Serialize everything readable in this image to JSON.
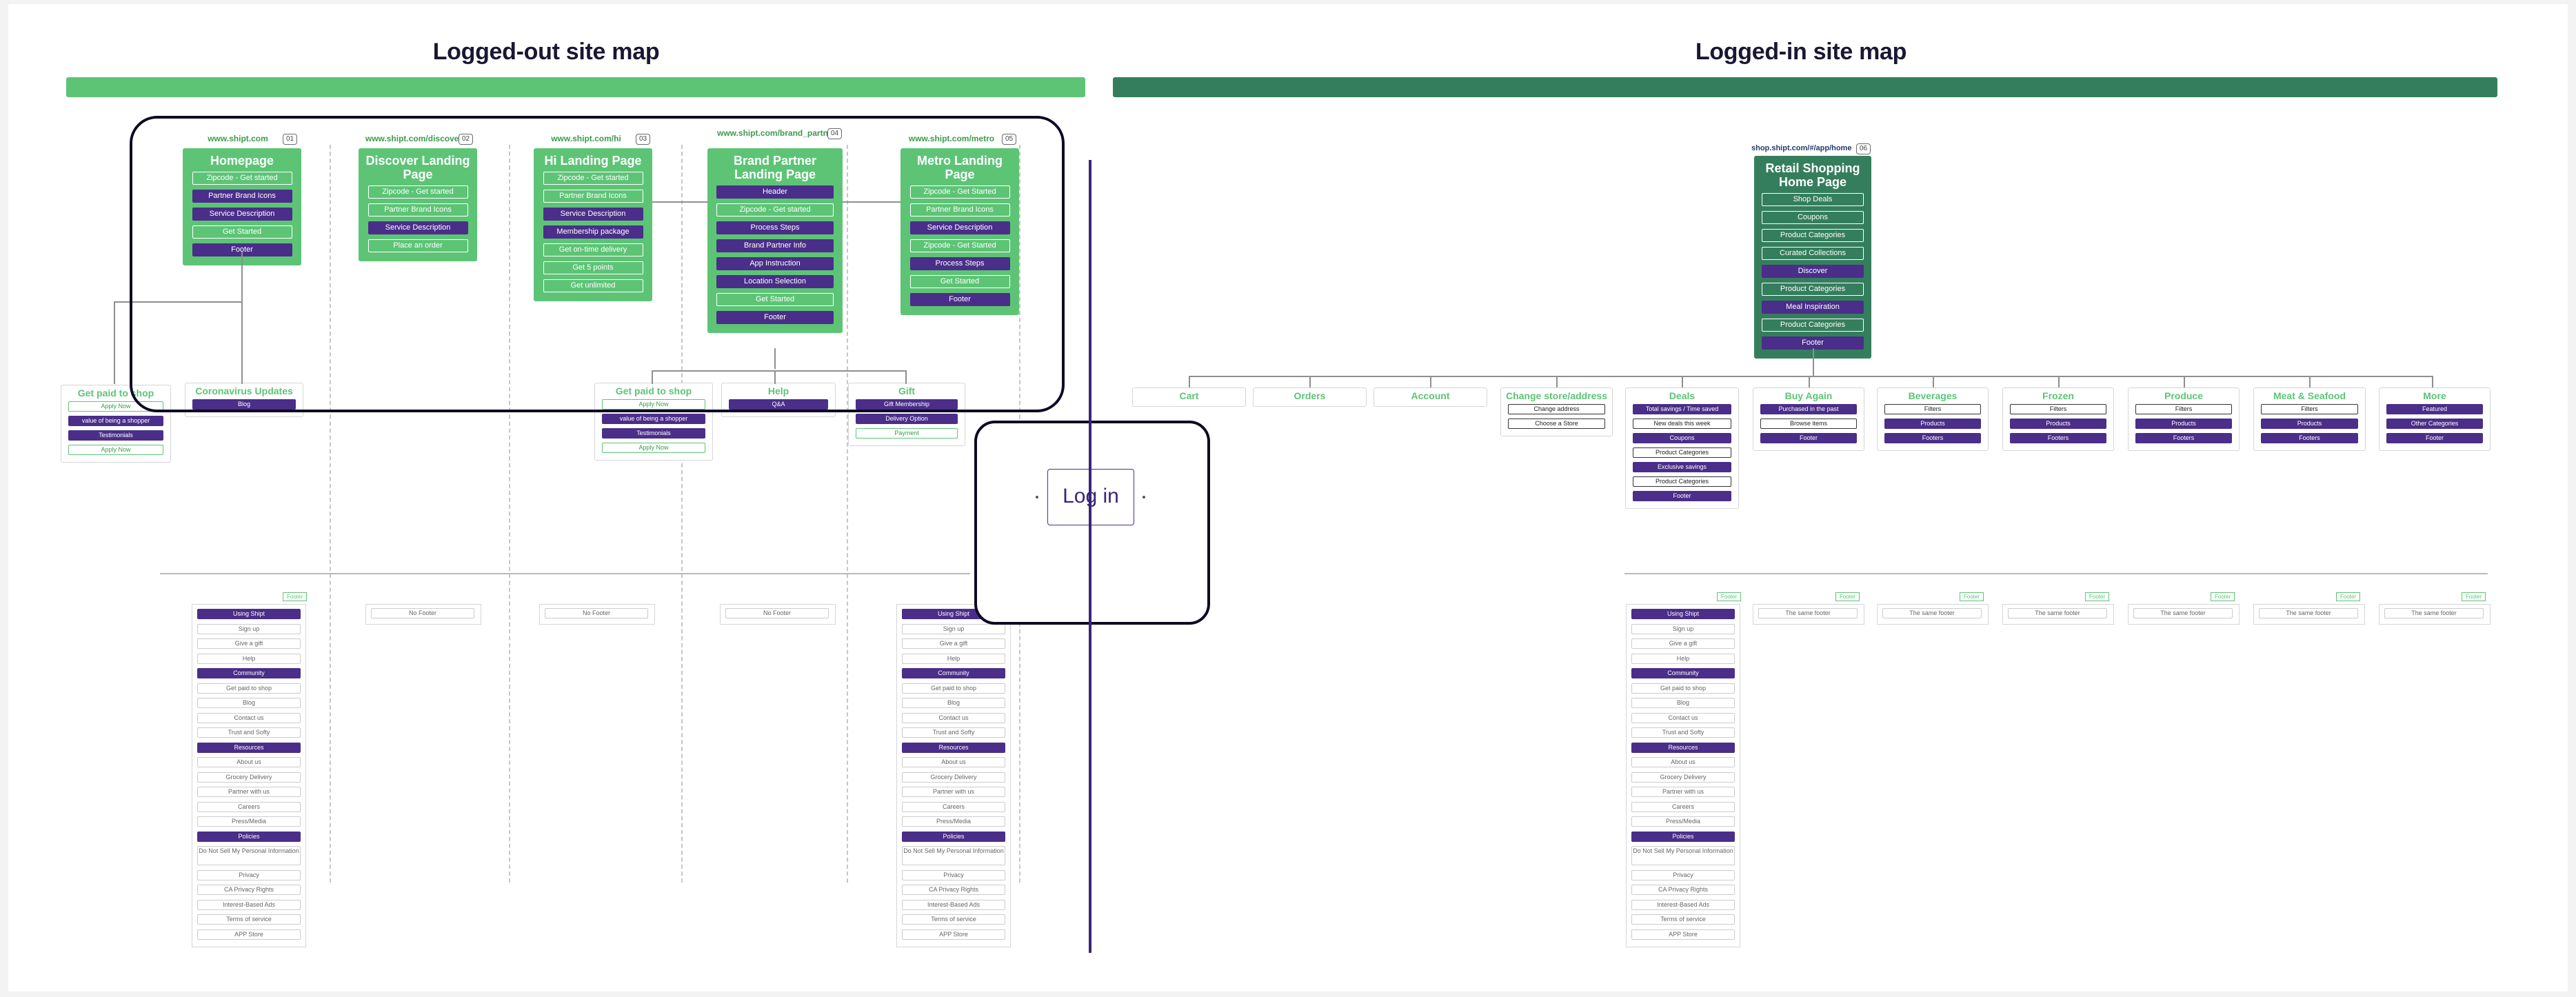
{
  "titles": {
    "logged_out": "Logged-out site map",
    "logged_in": "Logged-in site map"
  },
  "colors": {
    "green": "#5dc476",
    "dark_green": "#357e5d",
    "purple": "#4a2e89",
    "navy": "#1a1733"
  },
  "login_label": "Log in",
  "pages": [
    {
      "url": "www.shipt.com",
      "num": "01",
      "title": "Homepage",
      "items": [
        {
          "t": "Zipcode - Get started",
          "k": "o"
        },
        {
          "t": "Partner Brand Icons",
          "k": "p"
        },
        {
          "t": "Service Description",
          "k": "p"
        },
        {
          "t": "Get Started",
          "k": "o"
        },
        {
          "t": "Footer",
          "k": "p"
        }
      ]
    },
    {
      "url": "www.shipt.com/discover",
      "num": "02",
      "title": "Discover Landing Page",
      "items": [
        {
          "t": "Zipcode - Get started",
          "k": "o"
        },
        {
          "t": "Partner Brand Icons",
          "k": "o"
        },
        {
          "t": "Service Description",
          "k": "p"
        },
        {
          "t": "Place an order",
          "k": "o"
        }
      ]
    },
    {
      "url": "www.shipt.com/hi",
      "num": "03",
      "title": "Hi Landing Page",
      "items": [
        {
          "t": "Zipcode - Get started",
          "k": "o"
        },
        {
          "t": "Partner Brand Icons",
          "k": "o"
        },
        {
          "t": "Service Description",
          "k": "p"
        },
        {
          "t": "Membership package",
          "k": "p"
        },
        {
          "t": "Get on-time delivery",
          "k": "o"
        },
        {
          "t": "Get 5 points",
          "k": "o"
        },
        {
          "t": "Get unlimited",
          "k": "o"
        }
      ]
    },
    {
      "url": "www.shipt.com/brand_partner",
      "num": "04",
      "title": "Brand Partner Landing Page",
      "items": [
        {
          "t": "Header",
          "k": "p"
        },
        {
          "t": "Zipcode - Get started",
          "k": "o"
        },
        {
          "t": "Process Steps",
          "k": "p"
        },
        {
          "t": "Brand Partner Info",
          "k": "p"
        },
        {
          "t": "App Instruction",
          "k": "p"
        },
        {
          "t": "Location Selection",
          "k": "p"
        },
        {
          "t": "Get Started",
          "k": "o"
        },
        {
          "t": "Footer",
          "k": "p"
        }
      ]
    },
    {
      "url": "www.shipt.com/metro",
      "num": "05",
      "title": "Metro Landing Page",
      "items": [
        {
          "t": "Zipcode - Get Started",
          "k": "o"
        },
        {
          "t": "Partner Brand Icons",
          "k": "o"
        },
        {
          "t": "Service Description",
          "k": "p"
        },
        {
          "t": "Zipcode - Get Started",
          "k": "o"
        },
        {
          "t": "Process Steps",
          "k": "p"
        },
        {
          "t": "Get Started",
          "k": "o"
        },
        {
          "t": "Footer",
          "k": "p"
        }
      ]
    },
    {
      "url": "shop.shipt.com/#/app/home",
      "num": "06",
      "title": "Retail Shopping Home Page",
      "items": [
        {
          "t": "Shop Deals",
          "k": "o"
        },
        {
          "t": "Coupons",
          "k": "o"
        },
        {
          "t": "Product Categories",
          "k": "o"
        },
        {
          "t": "Curated Collections",
          "k": "o"
        },
        {
          "t": "Discover",
          "k": "p"
        },
        {
          "t": "Product Categories",
          "k": "o"
        },
        {
          "t": "Meal Inspiration",
          "k": "p"
        },
        {
          "t": "Product Categories",
          "k": "o"
        },
        {
          "t": "Footer",
          "k": "p"
        }
      ]
    }
  ],
  "lo_subs": [
    {
      "title": "Get paid to shop",
      "items": [
        {
          "t": "Apply Now",
          "k": "wg"
        },
        {
          "t": "value of being a shopper",
          "k": "p"
        },
        {
          "t": "Testimonials",
          "k": "p"
        },
        {
          "t": "Apply Now",
          "k": "wg"
        }
      ]
    },
    {
      "title": "Coronavirus Updates",
      "items": [
        {
          "t": "Blog",
          "k": "p"
        }
      ]
    },
    {
      "title": "Get paid to shop",
      "items": [
        {
          "t": "Apply Now",
          "k": "wg"
        },
        {
          "t": "value of being a shopper",
          "k": "p"
        },
        {
          "t": "Testimonials",
          "k": "p"
        },
        {
          "t": "Apply Now",
          "k": "wg"
        }
      ]
    },
    {
      "title": "Help",
      "items": [
        {
          "t": "Q&A",
          "k": "p"
        }
      ]
    },
    {
      "title": "Gift",
      "items": [
        {
          "t": "Gift Membership",
          "k": "p"
        },
        {
          "t": "Delivery Option",
          "k": "p"
        },
        {
          "t": "Payment",
          "k": "wg"
        }
      ]
    }
  ],
  "li_subs": [
    {
      "title": "Cart",
      "items": []
    },
    {
      "title": "Orders",
      "items": []
    },
    {
      "title": "Account",
      "items": []
    },
    {
      "title": "Change store/address",
      "items": [
        {
          "t": "Change address",
          "k": "wb"
        },
        {
          "t": "Choose a Store",
          "k": "wb"
        }
      ]
    },
    {
      "title": "Deals",
      "items": [
        {
          "t": "Total savings / Time saved",
          "k": "p"
        },
        {
          "t": "New deals this week",
          "k": "wb"
        },
        {
          "t": "Coupons",
          "k": "p"
        },
        {
          "t": "Product Categories",
          "k": "wb"
        },
        {
          "t": "Exclusive savings",
          "k": "p"
        },
        {
          "t": "Product Categories",
          "k": "wb"
        },
        {
          "t": "Footer",
          "k": "p"
        }
      ]
    },
    {
      "title": "Buy Again",
      "items": [
        {
          "t": "Purchased in the past",
          "k": "p"
        },
        {
          "t": "Browse items",
          "k": "wb"
        },
        {
          "t": "Footer",
          "k": "p"
        }
      ]
    },
    {
      "title": "Beverages",
      "items": [
        {
          "t": "Filters",
          "k": "wb"
        },
        {
          "t": "Products",
          "k": "p"
        },
        {
          "t": "Footers",
          "k": "p"
        }
      ]
    },
    {
      "title": "Frozen",
      "items": [
        {
          "t": "Filters",
          "k": "wb"
        },
        {
          "t": "Products",
          "k": "p"
        },
        {
          "t": "Footers",
          "k": "p"
        }
      ]
    },
    {
      "title": "Produce",
      "items": [
        {
          "t": "Filters",
          "k": "wb"
        },
        {
          "t": "Products",
          "k": "p"
        },
        {
          "t": "Footers",
          "k": "p"
        }
      ]
    },
    {
      "title": "Meat & Seafood",
      "items": [
        {
          "t": "Filters",
          "k": "wb"
        },
        {
          "t": "Products",
          "k": "p"
        },
        {
          "t": "Footers",
          "k": "p"
        }
      ]
    },
    {
      "title": "More",
      "items": [
        {
          "t": "Featured",
          "k": "p"
        },
        {
          "t": "Other Categories",
          "k": "p"
        },
        {
          "t": "Footer",
          "k": "p"
        }
      ]
    }
  ],
  "footer_tag": "Footer",
  "footer_items": [
    {
      "t": "Using Shipt",
      "k": "p"
    },
    {
      "t": "Sign up",
      "k": "wgr"
    },
    {
      "t": "Give a gift",
      "k": "wgr"
    },
    {
      "t": "Help",
      "k": "wgr"
    },
    {
      "t": "Community",
      "k": "p"
    },
    {
      "t": "Get paid to shop",
      "k": "wgr"
    },
    {
      "t": "Blog",
      "k": "wgr"
    },
    {
      "t": "Contact us",
      "k": "wgr"
    },
    {
      "t": "Trust and Softy",
      "k": "wgr"
    },
    {
      "t": "Resources",
      "k": "p"
    },
    {
      "t": "About us",
      "k": "wgr"
    },
    {
      "t": "Grocery Delivery",
      "k": "wgr"
    },
    {
      "t": "Partner with us",
      "k": "wgr"
    },
    {
      "t": "Careers",
      "k": "wgr"
    },
    {
      "t": "Press/Media",
      "k": "wgr"
    },
    {
      "t": "Policies",
      "k": "p"
    },
    {
      "t": "Do Not Sell My Personal Information",
      "k": "wgr",
      "two": true
    },
    {
      "t": "Privacy",
      "k": "wgr"
    },
    {
      "t": "CA Privacy Rights",
      "k": "wgr"
    },
    {
      "t": "Interest-Based Ads",
      "k": "wgr"
    },
    {
      "t": "Terms of service",
      "k": "wgr"
    },
    {
      "t": "APP Store",
      "k": "wgr"
    }
  ],
  "no_footer": "No Footer",
  "same_footer": "The same footer"
}
